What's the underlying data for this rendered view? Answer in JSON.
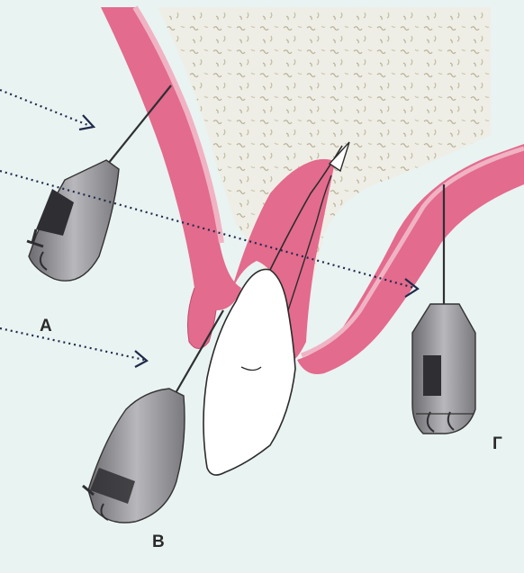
{
  "figure": {
    "labels": {
      "a": "А",
      "v": "В",
      "g": "Г"
    },
    "colors": {
      "background": "#e9f3f2",
      "mucosa": "#e36b8d",
      "mucosa_light": "#f0b3c4",
      "bone": "#efeee6",
      "bone_speckle": "#b9b49a",
      "tooth": "#ffffff",
      "syringe": "#8e8e92",
      "syringe_dark": "#2f2f33",
      "arrow": "#1f2a4a"
    },
    "icons": {
      "syringe": "syringe-icon",
      "needle": "needle-icon",
      "arrow": "dotted-arrow"
    }
  }
}
